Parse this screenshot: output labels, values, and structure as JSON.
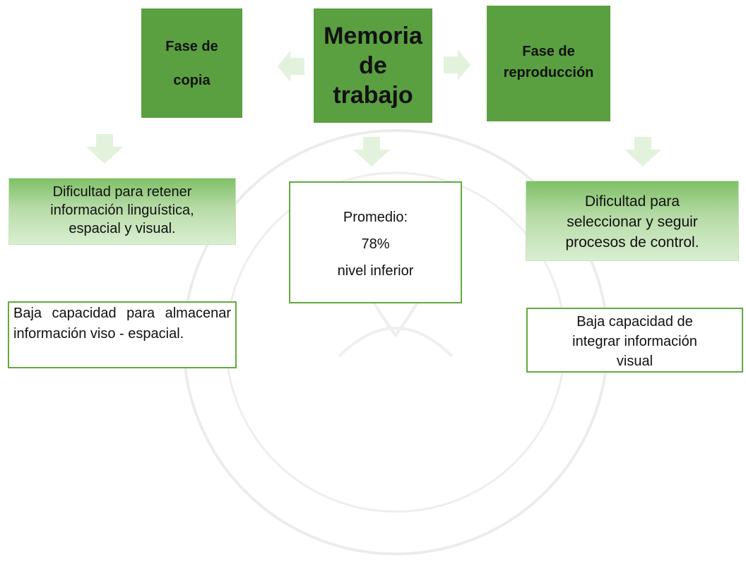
{
  "boxes": {
    "center": {
      "lines": [
        "Memoria",
        "de",
        "trabajo"
      ]
    },
    "left": {
      "lines": [
        "Fase de",
        "copia"
      ]
    },
    "right": {
      "lines": [
        "Fase de",
        "reproducción"
      ]
    }
  },
  "notes": {
    "left_top": {
      "lines": [
        "Dificultad para retener",
        "información linguística,",
        "espacial y visual."
      ]
    },
    "center_box": {
      "lines": [
        "Promedio:",
        "78%",
        "nivel inferior"
      ]
    },
    "right_top": {
      "lines": [
        "Dificultad para",
        "seleccionar y seguir",
        "procesos  de control."
      ]
    },
    "left_bottom": {
      "lines": [
        "Baja capacidad para almacenar información viso - espacial."
      ]
    },
    "right_bottom": {
      "lines": [
        "Baja capacidad de",
        "integrar información",
        "visual"
      ]
    }
  },
  "colors": {
    "box_green": "#5aa040",
    "arrow_green": "#e3f2dc",
    "border_green": "#62aa3f"
  }
}
